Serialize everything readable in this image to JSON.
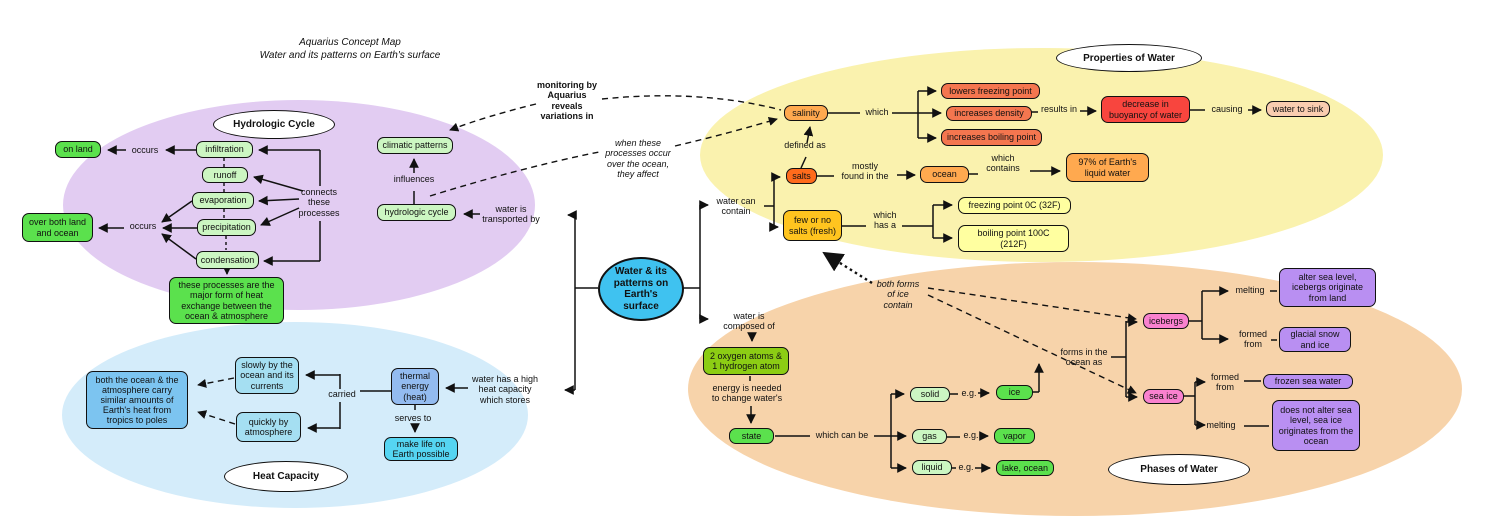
{
  "title": "Aquarius Concept Map\nWater and its patterns on Earth's surface",
  "central": "Water & its\npatterns on\nEarth's\nsurface",
  "regions": {
    "hydrologic": {
      "label": "Hydrologic Cycle",
      "color": "#e2ccf2"
    },
    "heat": {
      "label": "Heat Capacity",
      "color": "#d4ecfa"
    },
    "properties": {
      "label": "Properties of Water",
      "color": "#faf2ae"
    },
    "phases": {
      "label": "Phases of Water",
      "color": "#f7d3aa"
    }
  },
  "colors": {
    "central_node": "#3fc2f0",
    "bright_green": "#5be14d",
    "light_green": "#ccf6c2",
    "olive_green": "#8ccd14",
    "orange": "#ffa94f",
    "orange_red": "#ff6b1c",
    "amber": "#ffc41f",
    "coral": "#f4764f",
    "red": "#f8453e",
    "peach": "#f9cdb0",
    "pale_yellow": "#ffffa0",
    "pink": "#f981cf",
    "purple": "#b98ff2",
    "medium_blue": "#7cc4f0",
    "light_blue": "#a5dff2",
    "periwinkle": "#93bbf0",
    "cyan": "#55d5f2"
  },
  "nodes": {
    "on_land": "on land",
    "infiltration": "infiltration",
    "runoff": "runoff",
    "evaporation": "evaporation",
    "precipitation": "precipitation",
    "condensation": "condensation",
    "over_both": "over both land\nand ocean",
    "processes_heat": "these processes are the\nmajor form of heat\nexchange between the\nocean & atmosphere",
    "climatic": "climatic patterns",
    "hydro_cycle": "hydrologic cycle",
    "both_ocean_atm": "both the ocean & the\natmosphere carry\nsimilar amounts of\nEarth's heat from\ntropics to poles",
    "slowly": "slowly by the\nocean and its\ncurrents",
    "quickly": "quickly by\natmosphere",
    "thermal": "thermal\nenergy\n(heat)",
    "make_life": "make life on\nEarth possible",
    "salinity": "salinity",
    "lowers_freezing": "lowers freezing point",
    "increases_density": "increases density",
    "increases_boiling": "increases boiling point",
    "decrease_buoyancy": "decrease in\nbuoyancy of water",
    "water_sink": "water to sink",
    "salts": "salts",
    "ocean": "ocean",
    "earth97": "97% of Earth's\nliquid water",
    "few_no_salts": "few or no\nsalts (fresh)",
    "freezing_pt": "freezing point 0C (32F)",
    "boiling_pt": "boiling point 100C\n(212F)",
    "oxygen": "2 oxygen atoms &\n1 hydrogen atom",
    "state": "state",
    "solid": "solid",
    "ice": "ice",
    "gas": "gas",
    "vapor": "vapor",
    "liquid": "liquid",
    "lake_ocean": "lake, ocean",
    "icebergs": "icebergs",
    "sea_ice": "sea ice",
    "alter_sea": "alter sea level,\nicebergs originate\nfrom land",
    "glacial": "glacial snow\nand ice",
    "frozen": "frozen sea water",
    "not_alter": "does not alter sea\nlevel, sea ice\noriginates from the\nocean"
  },
  "labels": {
    "occurs1": "occurs",
    "occurs2": "occurs",
    "connects": "connects\nthese\nprocesses",
    "influences": "influences",
    "transported_by": "water is\ntransported by",
    "monitoring": "monitoring by\nAquarius\nreveals\nvariations in",
    "when_these": "when these\nprocesses occur\nover the ocean,\nthey affect",
    "which": "which",
    "results_in": "results in",
    "causing": "causing",
    "defined_as": "defined as",
    "mostly_found": "mostly\nfound in the",
    "which_contains": "which\ncontains",
    "water_can_contain": "water can\ncontain",
    "which_has_a": "which\nhas a",
    "both_forms": "both forms\nof ice\ncontain",
    "forms_in_ocean": "forms in the\nocean as",
    "melting1": "melting",
    "formed_from1": "formed\nfrom",
    "formed_from2": "formed\nfrom",
    "melting2": "melting",
    "composed_of": "water is\ncomposed of",
    "energy_needed": "energy is needed\nto change water's",
    "which_can_be": "which can be",
    "eg1": "e.g.",
    "eg2": "e.g.",
    "eg3": "e.g.",
    "carried": "carried",
    "high_heat": "water has a high\nheat capacity\nwhich stores",
    "serves_to": "serves to"
  }
}
